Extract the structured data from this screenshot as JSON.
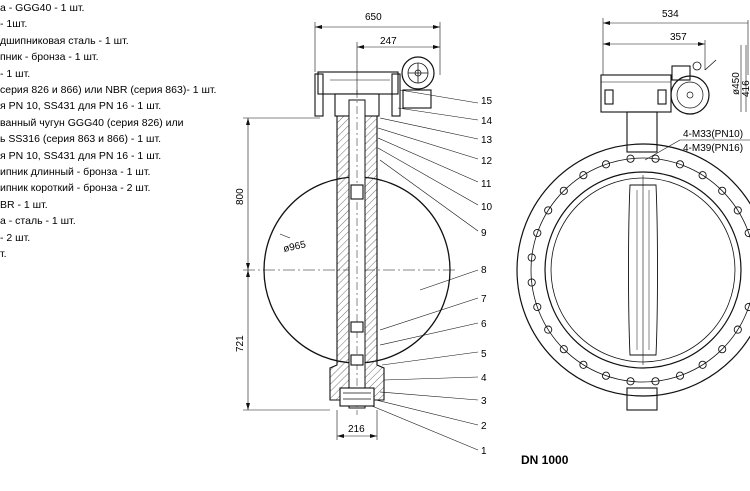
{
  "parts_list": [
    "а - GGG40 - 1 шт.",
    "- 1шт.",
    "дшипниковая сталь - 1 шт.",
    "пник - бронза - 1 шт.",
    "- 1 шт.",
    "серия 826 и 866) или NBR (серия 863)- 1 шт.",
    "я PN 10, SS431 для PN 16 - 1 шт.",
    "ванный чугун GGG40 (серия 826) или",
    "ь SS316 (серия 863 и 866) - 1 шт.",
    "я PN 10, SS431 для PN 16 - 1 шт.",
    "ипник длинный - бронза - 1 шт.",
    "ипник короткий - бронза - 2 шт.",
    "BR - 1 шт.",
    "а - сталь - 1 шт.",
    "- 2 шт.",
    "т."
  ],
  "left_view": {
    "dim_overall_width": "650",
    "dim_handwheel": "247",
    "dim_height_top": "800",
    "dim_height_bottom": "721",
    "dim_disc_diameter": "ø965",
    "dim_bottom_width": "216",
    "part_numbers": [
      "15",
      "14",
      "13",
      "12",
      "11",
      "10",
      "9",
      "8",
      "7",
      "6",
      "5",
      "4",
      "3",
      "2",
      "1"
    ]
  },
  "right_view": {
    "dim_overall_width": "534",
    "dim_gearbox": "357",
    "dim_handwheel_diameter": "ø450",
    "dim_gearbox_height": "416",
    "bolt_label_pn10": "4-M33(PN10)",
    "bolt_label_pn16": "4-M39(PN16)"
  },
  "caption": "DN 1000"
}
